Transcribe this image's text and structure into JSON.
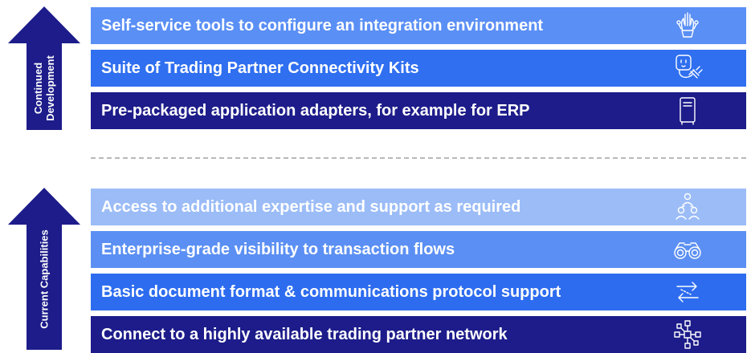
{
  "top_section": {
    "arrow_label_line1": "Continued",
    "arrow_label_line2": "Development",
    "items": [
      {
        "label": "Self-service tools to configure an integration environment",
        "icon": "tools-hand-icon",
        "color": "#5a8ff5"
      },
      {
        "label": "Suite of Trading Partner Connectivity Kits",
        "icon": "plug-connector-icon",
        "color": "#2f6ff0"
      },
      {
        "label": "Pre-packaged application adapters, for example for ERP",
        "icon": "server-appliance-icon",
        "color": "#1d1c8a"
      }
    ]
  },
  "bottom_section": {
    "arrow_label": "Current Capabilities",
    "items": [
      {
        "label": "Access to additional expertise and support as required",
        "icon": "people-group-icon",
        "color": "#9bbcf7"
      },
      {
        "label": "Enterprise-grade visibility to transaction flows",
        "icon": "binoculars-icon",
        "color": "#5b8ff3"
      },
      {
        "label": "Basic document format & communications protocol support",
        "icon": "exchange-arrows-icon",
        "color": "#2d6cef"
      },
      {
        "label": "Connect to a highly available trading partner network",
        "icon": "network-hub-icon",
        "color": "#1d1c8a"
      }
    ]
  },
  "colors": {
    "arrow_fill": "#1d1c8a",
    "divider": "#b8b8b8"
  }
}
